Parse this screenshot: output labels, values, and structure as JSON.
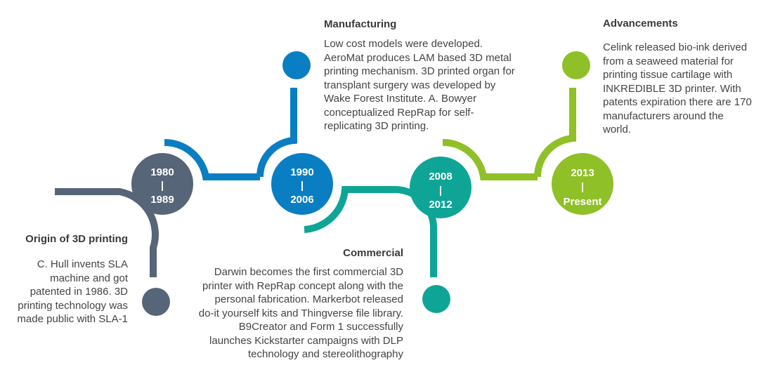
{
  "colors": {
    "era1": "#566578",
    "era2": "#0a7ec3",
    "era3": "#0fa596",
    "era4": "#8fc027"
  },
  "milestones": [
    {
      "start": "1980",
      "separator": "|",
      "end": "1989",
      "title": "Origin of 3D printing",
      "description": "C. Hull invents SLA machine and got patented in 1986. 3D printing technology was made public with SLA-1"
    },
    {
      "start": "1990",
      "separator": "|",
      "end": "2006",
      "title": "Manufacturing",
      "description": "Low cost models were developed. AeroMat produces LAM based 3D metal printing mechanism. 3D printed organ for transplant surgery was developed by Wake Forest Institute. A. Bowyer conceptualized RepRap for self-replicating 3D printing."
    },
    {
      "start": "2008",
      "separator": "|",
      "end": "2012",
      "title": "Commercial",
      "description": "Darwin becomes the first commercial 3D printer with RepRap concept along with the personal fabrication. Markerbot released do-it yourself kits and Thingverse file library. B9Creator and Form 1 successfully launches Kickstarter campaigns with DLP technology and stereolithography"
    },
    {
      "start": "2013",
      "separator": "|",
      "end": "Present",
      "title": "Advancements",
      "description": "Celink released bio-ink derived from a seaweed material for printing tissue cartilage with INKREDIBLE 3D printer. With patents expiration there are 170 manufacturers around the world."
    }
  ]
}
